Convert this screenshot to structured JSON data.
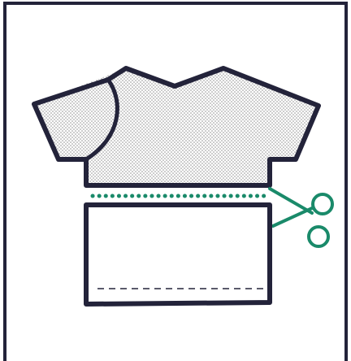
{
  "illustration": {
    "icon": "shirt-cut-into-crop-top-icon",
    "parts": [
      "frame",
      "t-shirt-upper",
      "cut-line",
      "scissors",
      "t-shirt-lower",
      "hem-stitch-line"
    ]
  },
  "colors": {
    "outline": "#23233a",
    "accent": "#1a8a6a",
    "stipple": "#8a8a8a",
    "background": "#ffffff"
  }
}
